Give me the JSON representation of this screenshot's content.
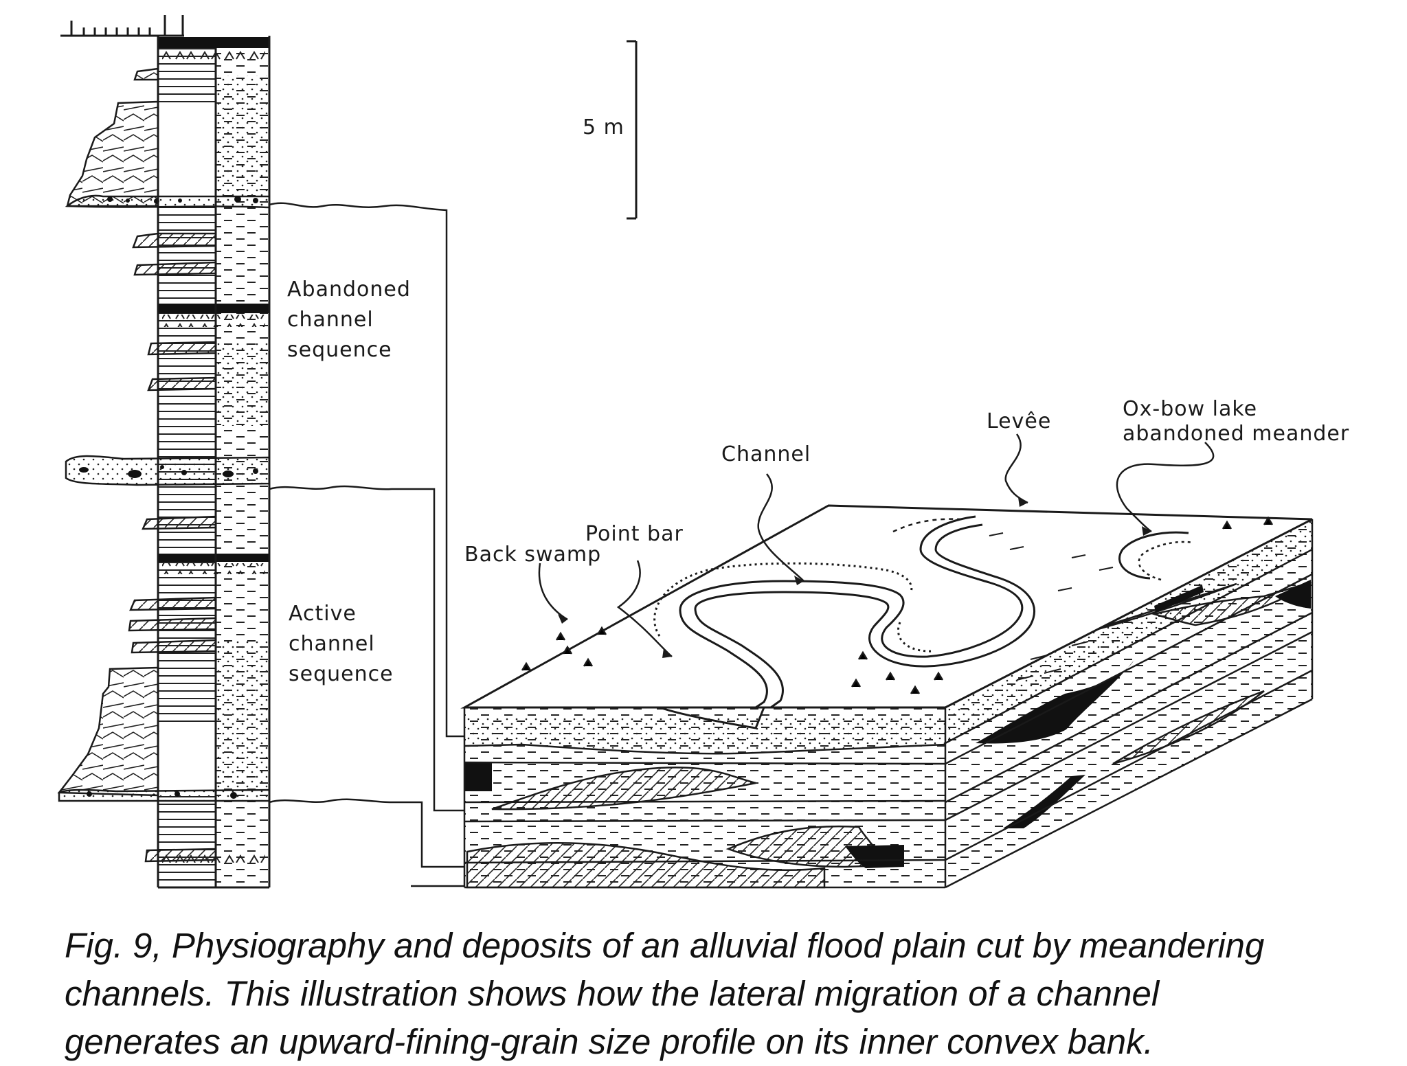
{
  "diagram": {
    "scale_bar": {
      "label": "5 m"
    },
    "column_labels": {
      "abandoned": [
        "Abandoned",
        "channel",
        "sequence"
      ],
      "active": [
        "Active",
        "channel",
        "sequence"
      ]
    },
    "block_labels": {
      "back_swamp": "Back swamp",
      "point_bar": "Point bar",
      "channel": "Channel",
      "levee": "Levêe",
      "oxbow": [
        "Ox-bow lake",
        "abandoned meander"
      ]
    },
    "colors": {
      "ink": "#1a1a1a",
      "fill_black": "#111111",
      "background": "#ffffff"
    }
  },
  "caption": {
    "lines": [
      "Fig. 9, Physiography and deposits of an alluvial flood plain cut by meandering",
      "channels. This illustration shows how the lateral migration of a channel",
      "generates an upward-fining-grain size profile on its inner convex bank."
    ]
  }
}
